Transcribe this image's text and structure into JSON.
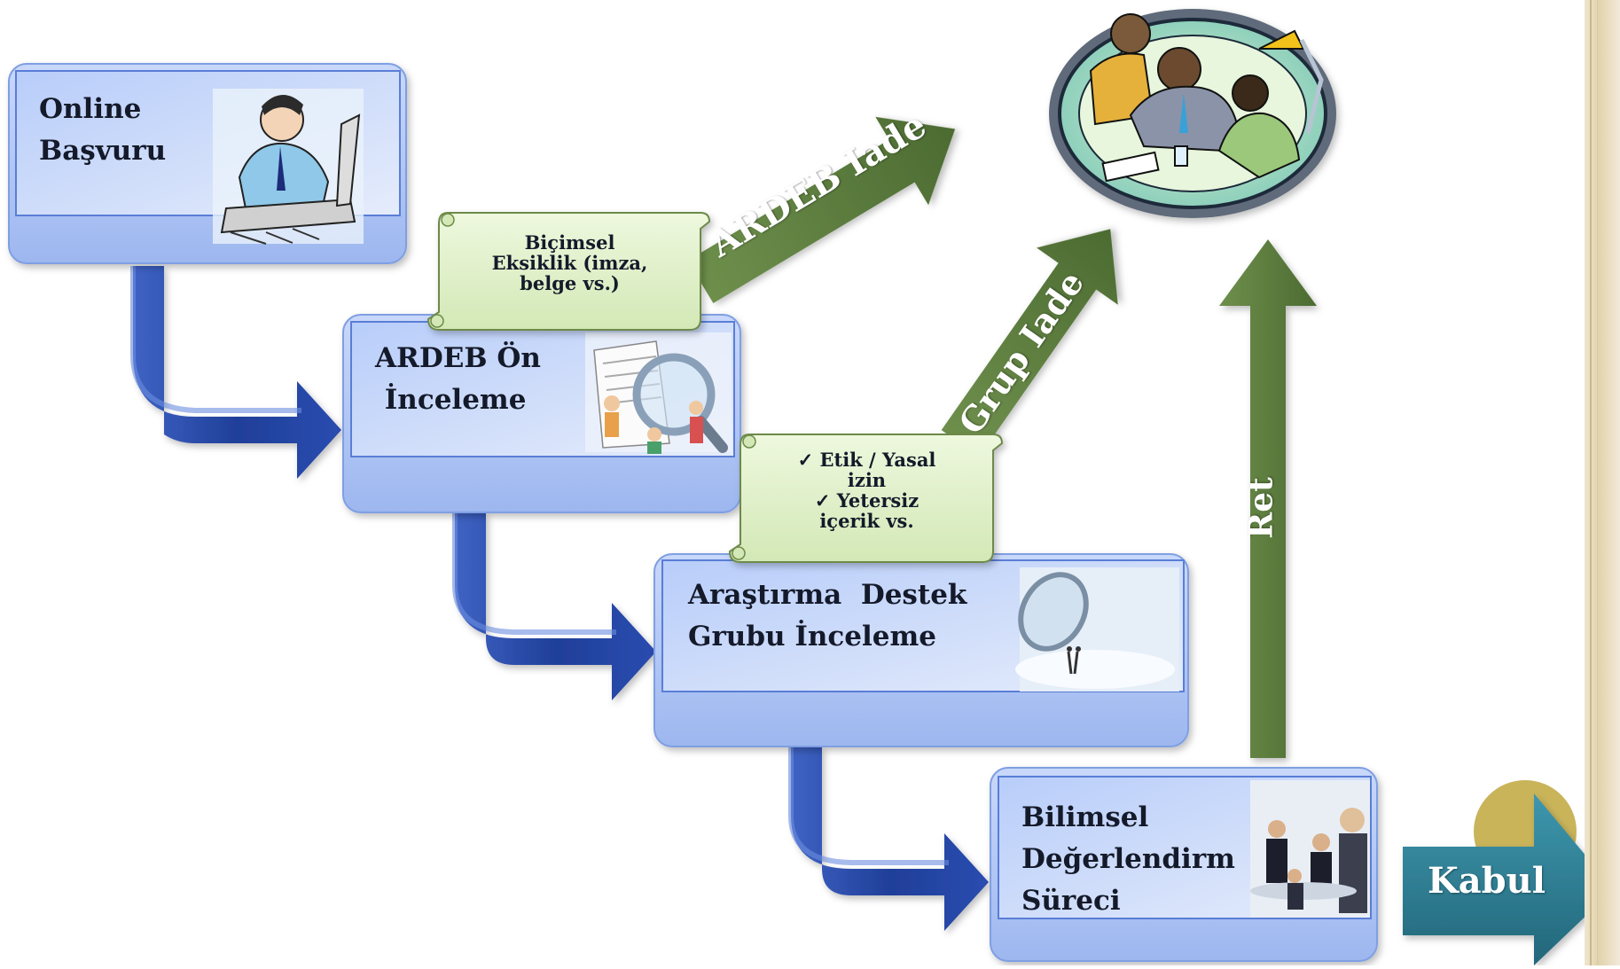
{
  "steps": [
    {
      "label": "Online\nBaşvuru",
      "icon": "person-computer-icon"
    },
    {
      "label": "ARDEB Ön\n İnceleme",
      "icon": "magnifier-people-icon"
    },
    {
      "label": "Araştırma  Destek\nGrubu İnceleme",
      "icon": "lens-icon"
    },
    {
      "label": "Bilimsel\nDeğerlendirm\nSüreci",
      "icon": "meeting-people-icon"
    }
  ],
  "notes": [
    {
      "text": "Biçimsel\nEksiklik (imza,\nbelge vs.)"
    },
    {
      "text": "✓ Etik / Yasal\nizin\n✓ Yetersiz\niçerik vs."
    }
  ],
  "return_arrows": {
    "ardeb_iade": "ARDEB Iade",
    "grup_iade": "Grup Iade",
    "ret": "Ret"
  },
  "outcome": {
    "label": "Kabul"
  },
  "colors": {
    "step_box": "#a8c0f4",
    "step_border": "#5a7ed6",
    "flow_arrow": "#2f4fa8",
    "return_arrow": "#5a7a3e",
    "note_fill": "#e4f2cf",
    "kabul_arrow": "#2f7f95",
    "kabul_circle": "#c9b45a"
  }
}
